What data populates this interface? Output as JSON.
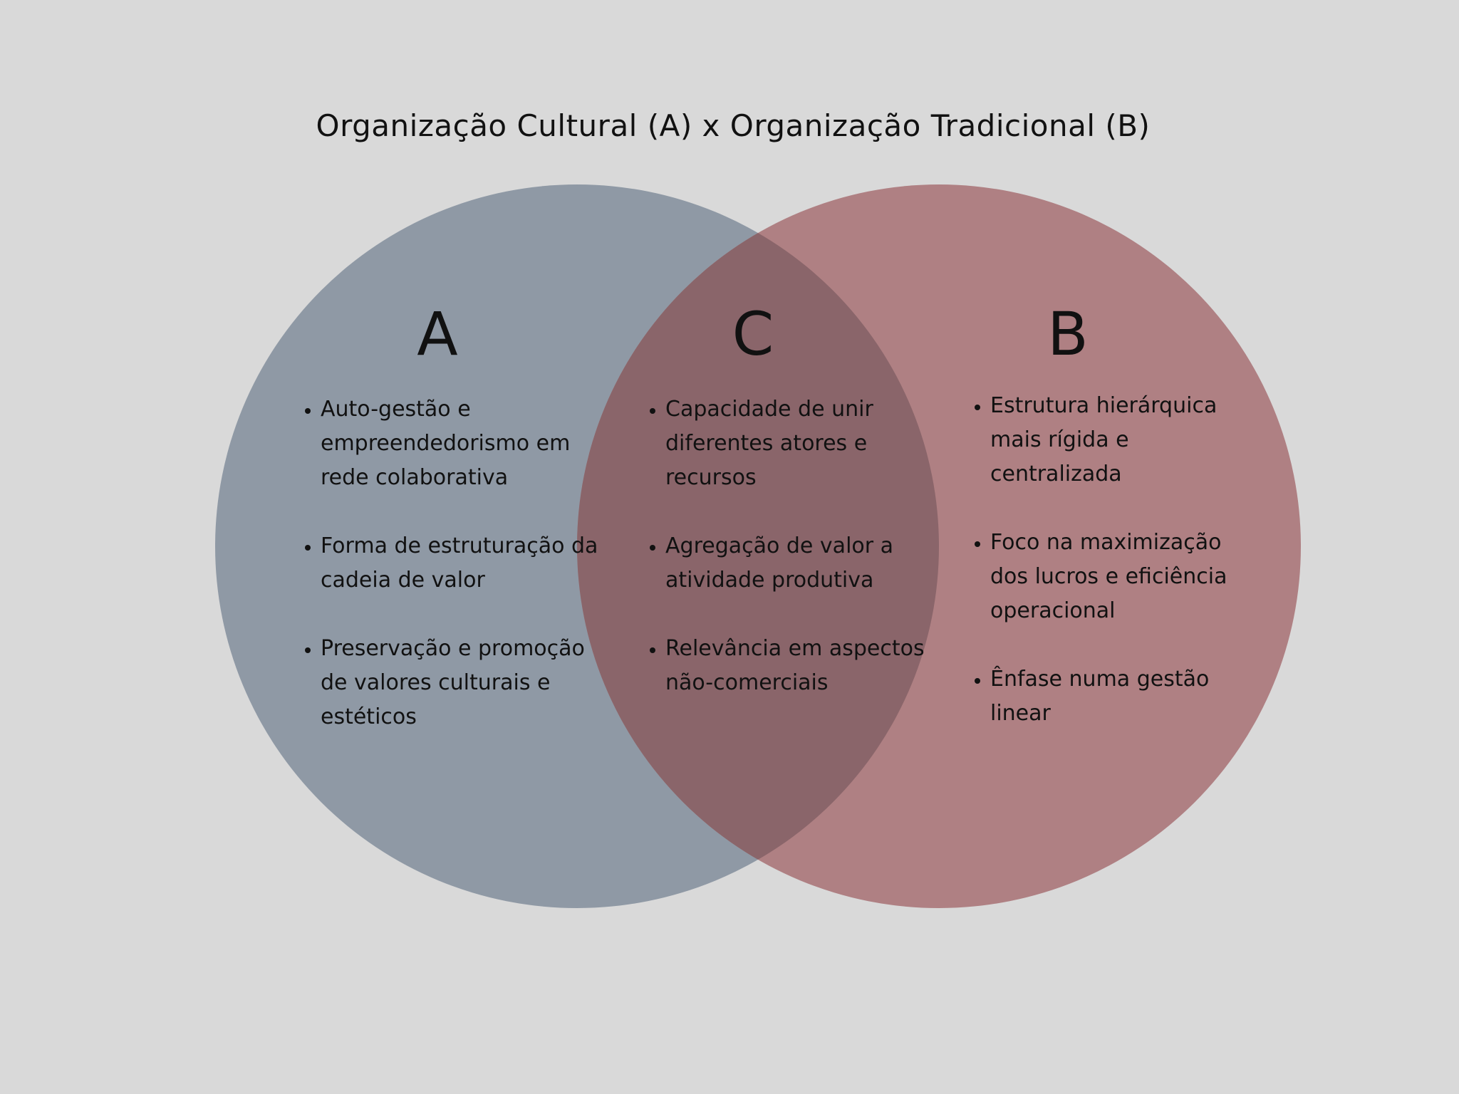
{
  "title": "Organização Cultural (A) x Organização Tradicional (B)",
  "colors": {
    "background": "#d9d9d9",
    "circle_a": "#8f99a5",
    "circle_b": "#af8083",
    "overlap": "#8a656a"
  },
  "sets": {
    "a": {
      "label": "A",
      "items": [
        "Auto-gestão e empreendedorismo em rede colaborativa",
        "Forma de estruturação da cadeia de valor",
        "Preservação e promoção de valores culturais e estéticos"
      ]
    },
    "c": {
      "label": "C",
      "items": [
        "Capacidade de unir diferentes atores e recursos",
        "Agregação de valor a atividade produtiva",
        "Relevância em aspectos não-comerciais"
      ]
    },
    "b": {
      "label": "B",
      "items": [
        "Estrutura hierárquica mais rígida e centralizada",
        "Foco na maximização dos lucros e eficiência operacional",
        "Ênfase numa gestão linear"
      ]
    }
  }
}
